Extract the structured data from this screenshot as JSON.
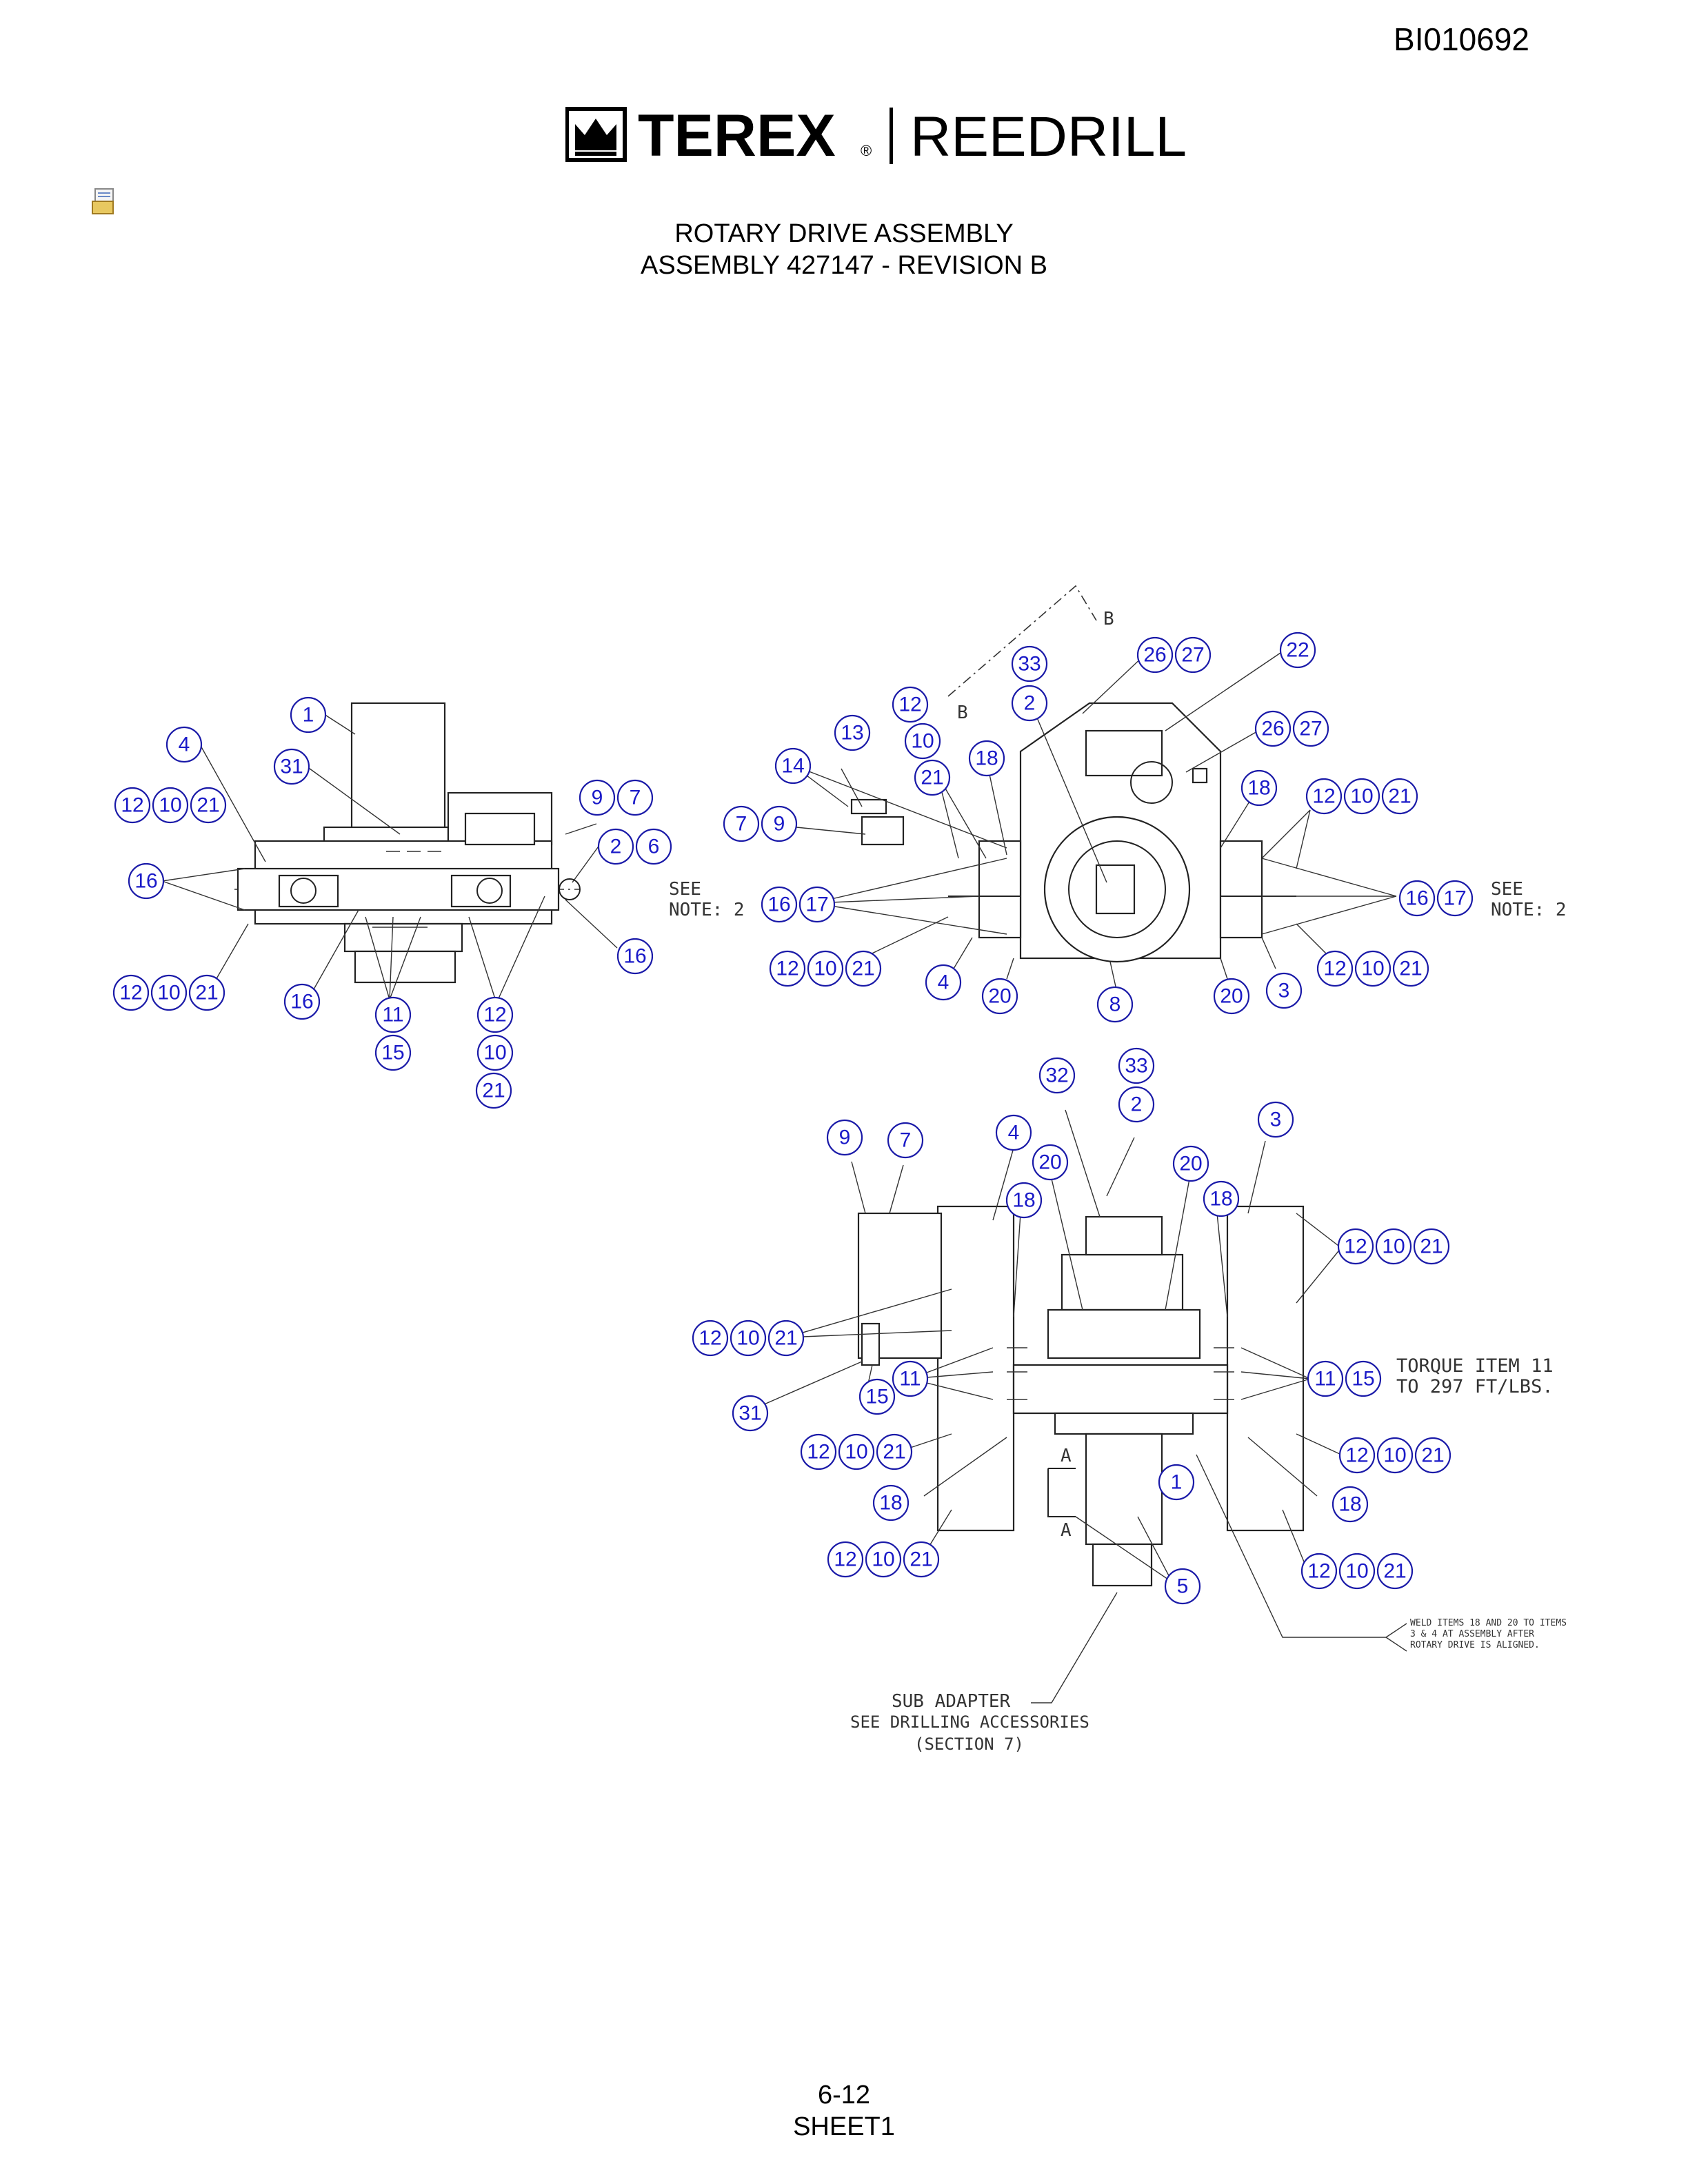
{
  "doc_id": "BI010692",
  "logo": {
    "brand": "TEREX",
    "registered": "®",
    "product": "REEDRILL"
  },
  "title": {
    "line1": "ROTARY DRIVE ASSEMBLY",
    "line2": "ASSEMBLY 427147 - REVISION B"
  },
  "notes": {
    "see_note": "SEE",
    "note_2": "NOTE: 2",
    "section_b": "B",
    "section_a": "A",
    "torque_line1": "TORQUE ITEM 11",
    "torque_line2": "TO 297 FT/LBS.",
    "weld_line1": "WELD ITEMS 18 AND 20 TO ITEMS",
    "weld_line2": "3 & 4 AT ASSEMBLY AFTER",
    "weld_line3": "ROTARY DRIVE IS ALIGNED.",
    "sub_adapter": "SUB ADAPTER",
    "see_drilling": "SEE DRILLING ACCESSORIES",
    "section_7": "(SECTION 7)"
  },
  "footer": {
    "page": "6-12",
    "sheet": "SHEET1"
  },
  "colors": {
    "balloon_text": "#1a1ac8",
    "balloon_outline": "#1a1aa8",
    "linework": "#222222"
  }
}
